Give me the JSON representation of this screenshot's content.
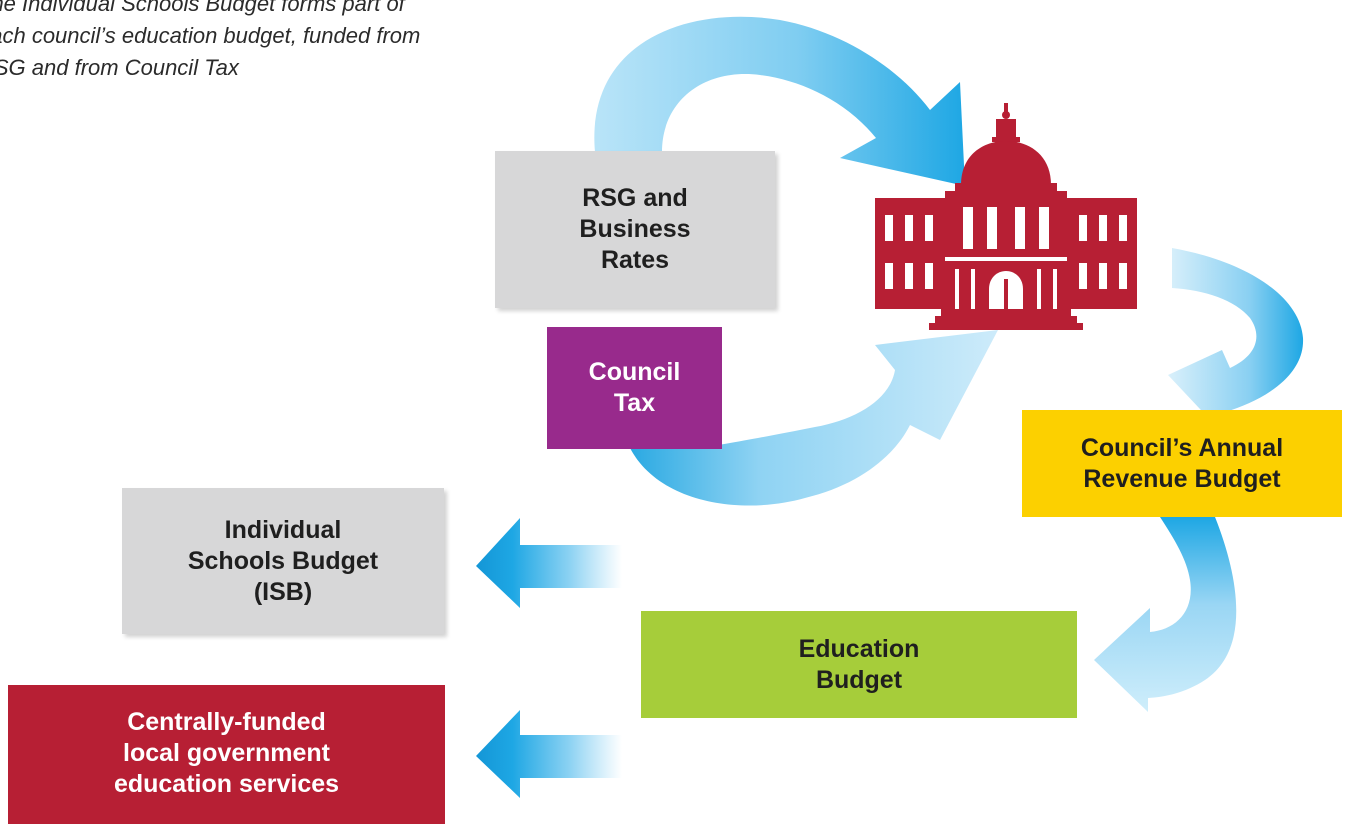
{
  "caption": {
    "lines": [
      "The Individual Schools Budget forms part of",
      "each council’s education budget, funded from",
      "RSG and from Council Tax"
    ]
  },
  "nodes": {
    "rsg": {
      "lines": [
        "RSG and",
        "Business",
        "Rates"
      ],
      "color": "#d7d7d8"
    },
    "council_tax": {
      "lines": [
        "Council",
        "Tax"
      ],
      "color": "#982a8c"
    },
    "council_building": {
      "icon": "town-hall-icon",
      "color": "#b71f34"
    },
    "annual_budget": {
      "lines": [
        "Council’s Annual",
        "Revenue Budget"
      ],
      "color": "#fcd000"
    },
    "education_budget": {
      "lines": [
        "Education",
        "Budget"
      ],
      "color": "#a6cd3a"
    },
    "isb": {
      "lines": [
        "Individual",
        "Schools Budget",
        "(ISB)"
      ],
      "color": "#d7d7d8"
    },
    "central_services": {
      "lines": [
        "Centrally-funded",
        "local government",
        "education services"
      ],
      "color": "#b71f34"
    }
  },
  "arrow_color": "#1ea7e4"
}
